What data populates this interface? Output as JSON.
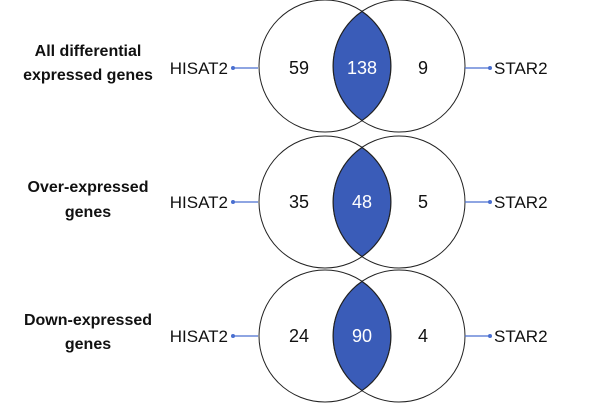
{
  "colors": {
    "intersection_fill": "#3a5cb8",
    "circle_stroke": "#222222",
    "connector": "#4a6fd0"
  },
  "rows": [
    {
      "title_line1": "All differential",
      "title_line2": "expressed genes",
      "left_label": "HISAT2",
      "right_label": "STAR2",
      "left_only": "59",
      "shared": "138",
      "right_only": "9"
    },
    {
      "title_line1": "Over-expressed",
      "title_line2": "genes",
      "left_label": "HISAT2",
      "right_label": "STAR2",
      "left_only": "35",
      "shared": "48",
      "right_only": "5"
    },
    {
      "title_line1": "Down-expressed",
      "title_line2": "genes",
      "left_label": "HISAT2",
      "right_label": "STAR2",
      "left_only": "24",
      "shared": "90",
      "right_only": "4"
    }
  ]
}
